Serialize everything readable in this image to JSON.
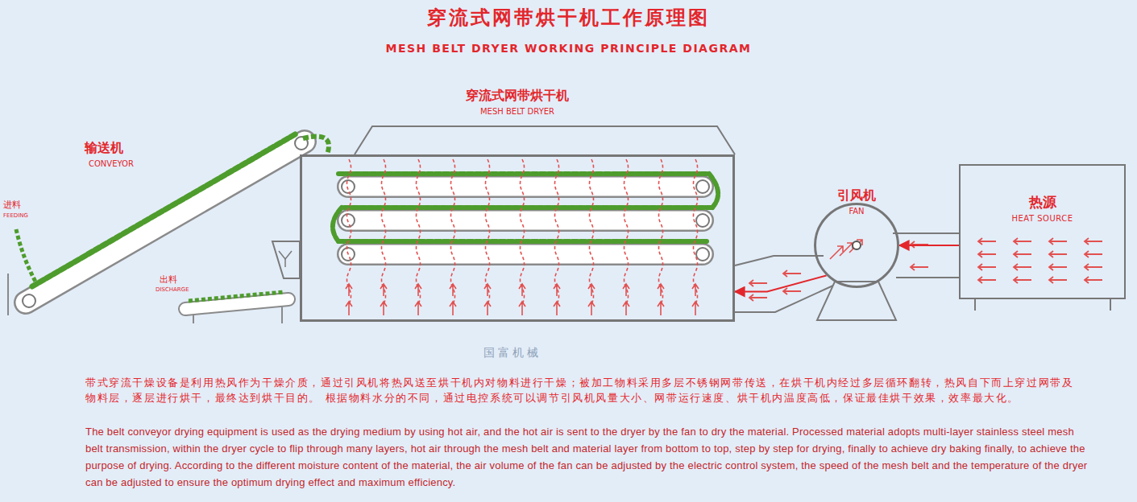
{
  "diagram": {
    "title": "穿流式网带烘干机工作原理图",
    "caption": "带式穿流干燥设备是利用热风作为干燥介质，通过引风机将热风送至烘干机内对物料进行干燥；被加工物料采用多层不锈钢网带传送，在烘干机内经过多层循环翻转，热风自下而上穿过网带及物料层，逐层进行烘干，最终达到烘干目的。 根据物料水分的不同，通过电控系统可以调节引风机风量大小、网带运行速度、烘干机内温度高低，保证最佳烘干效果，效率最大化。",
    "nodes": [
      {
        "text": [
          "输送机",
          "CONVEYOR"
        ]
      },
      {
        "text": [
          "穿流式网带烘干机",
          "MESH BELT DRYER"
        ]
      },
      {
        "text": [
          "引风机",
          "FAN"
        ]
      },
      {
        "text": [
          "热源",
          "HEAT SOURCE"
        ]
      }
    ],
    "edges": [
      {
        "from": 3,
        "to": 2,
        "arrow": "to"
      },
      {
        "from": 2,
        "to": 1,
        "arrow": "to"
      },
      {
        "from": 0,
        "to": 1,
        "arrow": "none"
      }
    ],
    "labels": [
      "MESH BELT DRYER WORKING PRINCIPLE DIAGRAM",
      "进料",
      "FEEDING",
      "出料",
      "DISCHARGE",
      "The belt conveyor drying equipment is used as the drying medium by using hot air, and the hot air is sent to the dryer by the fan to dry the material. Processed material adopts multi-layer stainless steel mesh belt transmission, within the dryer cycle to flip through many layers, hot air through the mesh belt and material layer from bottom to top, step by step for drying, finally to achieve dry baking finally, to achieve the purpose of drying. According to the different moisture content of the material, the air volume of the fan can be adjusted by the electric control system, the speed of the mesh belt and the temperature of the dryer can be adjusted to ensure the optimum drying effect and maximum efficiency.",
      "国富机械"
    ]
  }
}
